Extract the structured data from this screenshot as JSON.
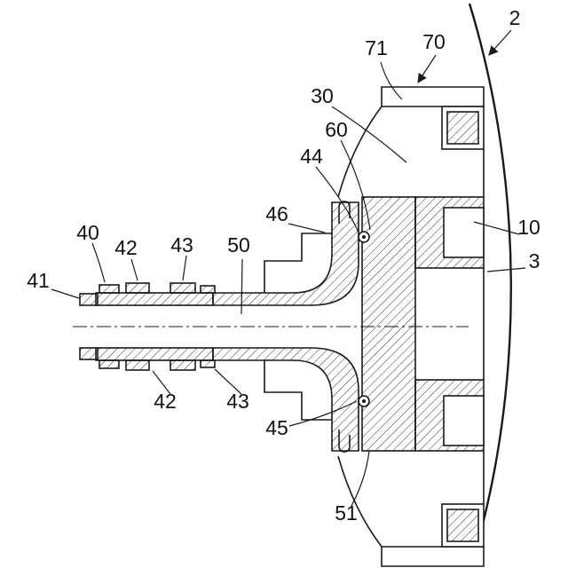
{
  "figure": {
    "type": "patent-drawing",
    "description": "Cross-section of a wheel hub and axle tube assembly with numbered reference labels",
    "background": "#ffffff",
    "line_color": "#1a1a1a",
    "hatch_color": "#333333",
    "labels": [
      {
        "text": "2"
      },
      {
        "text": "71"
      },
      {
        "text": "70"
      },
      {
        "text": "30"
      },
      {
        "text": "60"
      },
      {
        "text": "44"
      },
      {
        "text": "46"
      },
      {
        "text": "10"
      },
      {
        "text": "3"
      },
      {
        "text": "40"
      },
      {
        "text": "42"
      },
      {
        "text": "43"
      },
      {
        "text": "50"
      },
      {
        "text": "41"
      },
      {
        "text": "42"
      },
      {
        "text": "43"
      },
      {
        "text": "45"
      },
      {
        "text": "51"
      }
    ]
  }
}
